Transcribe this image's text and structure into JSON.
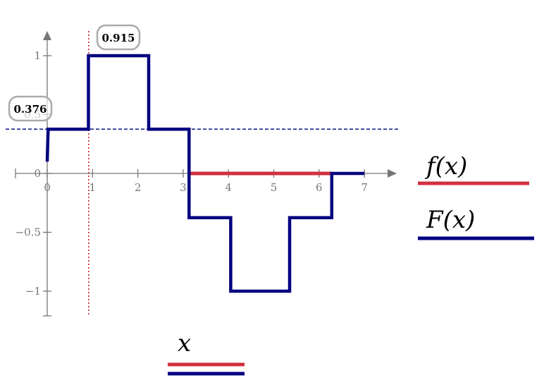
{
  "chart_data": {
    "type": "line",
    "title": "",
    "xlabel": "x",
    "ylabel": "",
    "xlim": [
      -0.7,
      7.7
    ],
    "ylim": [
      -1.2,
      1.2
    ],
    "x_ticks": [
      0,
      1,
      2,
      3,
      4,
      5,
      6,
      7
    ],
    "x_tick_labels": [
      "0",
      "1",
      "2",
      "3",
      "4",
      "5",
      "6",
      "7"
    ],
    "y_ticks": [
      1,
      0.5,
      0,
      -0.5,
      -1
    ],
    "y_tick_labels": [
      "1",
      "0.5",
      "0",
      "−0.5",
      "−1"
    ],
    "grid": false,
    "legend_placement": "right",
    "colors": {
      "f": "#d03040",
      "F": "#000080",
      "axis": "#777777",
      "cursor_v": "#cc2233",
      "cursor_h": "#1a2a8a"
    },
    "series": [
      {
        "name": "f(x)",
        "x": [
          3.14,
          6.28
        ],
        "y": [
          0,
          0
        ]
      },
      {
        "name": "F(x)",
        "x": [
          0,
          0.02,
          0.02,
          0.91,
          0.91,
          2.24,
          2.24,
          3.13,
          3.13,
          4.05,
          4.05,
          5.35,
          5.35,
          6.28,
          6.28,
          7.0
        ],
        "y": [
          0.1,
          0.376,
          0.376,
          0.376,
          1,
          1,
          0.376,
          0.376,
          -0.376,
          -0.376,
          -1,
          -1,
          -0.376,
          -0.376,
          0,
          0
        ]
      }
    ],
    "cursors": {
      "vertical_x": 0.915,
      "vertical_label": "0.915",
      "horizontal_y": 0.376,
      "horizontal_label": "0.376"
    },
    "legend": {
      "f_label": "f(x)",
      "F_label": "F(x)",
      "x_label": "x"
    }
  }
}
